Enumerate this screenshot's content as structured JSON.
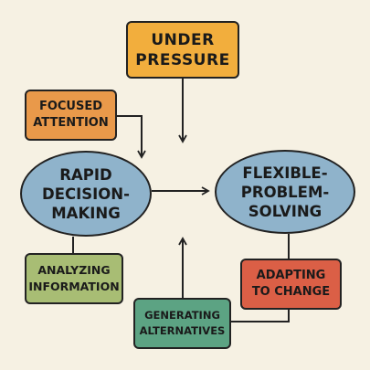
{
  "nodes": {
    "under_pressure": [
      "UNDER",
      "PRESSURE"
    ],
    "focused_attention": [
      "FOCUSED",
      "ATTENTION"
    ],
    "rapid_decision": [
      "RAPID",
      "DECISION-",
      "MAKING"
    ],
    "flexible_problem": [
      "FLEXIBLE-",
      "PROBLEM-",
      "SOLVING"
    ],
    "analyzing_information": [
      "ANALYZING",
      "INFORMATION"
    ],
    "adapting_to_change": [
      "ADAPTING",
      "TO CHANGE"
    ],
    "generating_alternatives": [
      "GENERATING",
      "ALTERNATIVES"
    ]
  },
  "colors": {
    "background": "#f6f1e3",
    "under_pressure": "#f2ae3d",
    "focused_attention": "#e9994a",
    "ellipse": "#8fb3cb",
    "analyzing_information": "#a8bd74",
    "adapting_to_change": "#db5f46",
    "generating_alternatives": "#5ca383",
    "stroke": "#222222"
  }
}
